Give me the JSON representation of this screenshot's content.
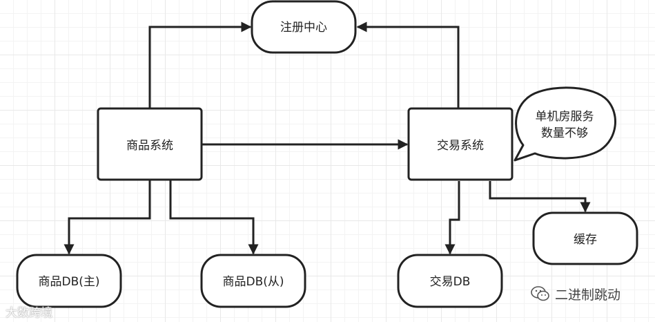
{
  "nodes": {
    "registry": "注册中心",
    "product_system": "商品系统",
    "trade_system": "交易系统",
    "cache": "缓存",
    "product_db_master": "商品DB(主)",
    "product_db_slave": "商品DB(从)",
    "trade_db": "交易DB"
  },
  "callout": {
    "line1": "单机房服务",
    "line2": "数量不够"
  },
  "watermarks": {
    "left": "大数跨境",
    "right": "二进制跳动"
  },
  "colors": {
    "stroke": "#222222",
    "background": "#ffffff",
    "grid": "#e8e8e8"
  }
}
